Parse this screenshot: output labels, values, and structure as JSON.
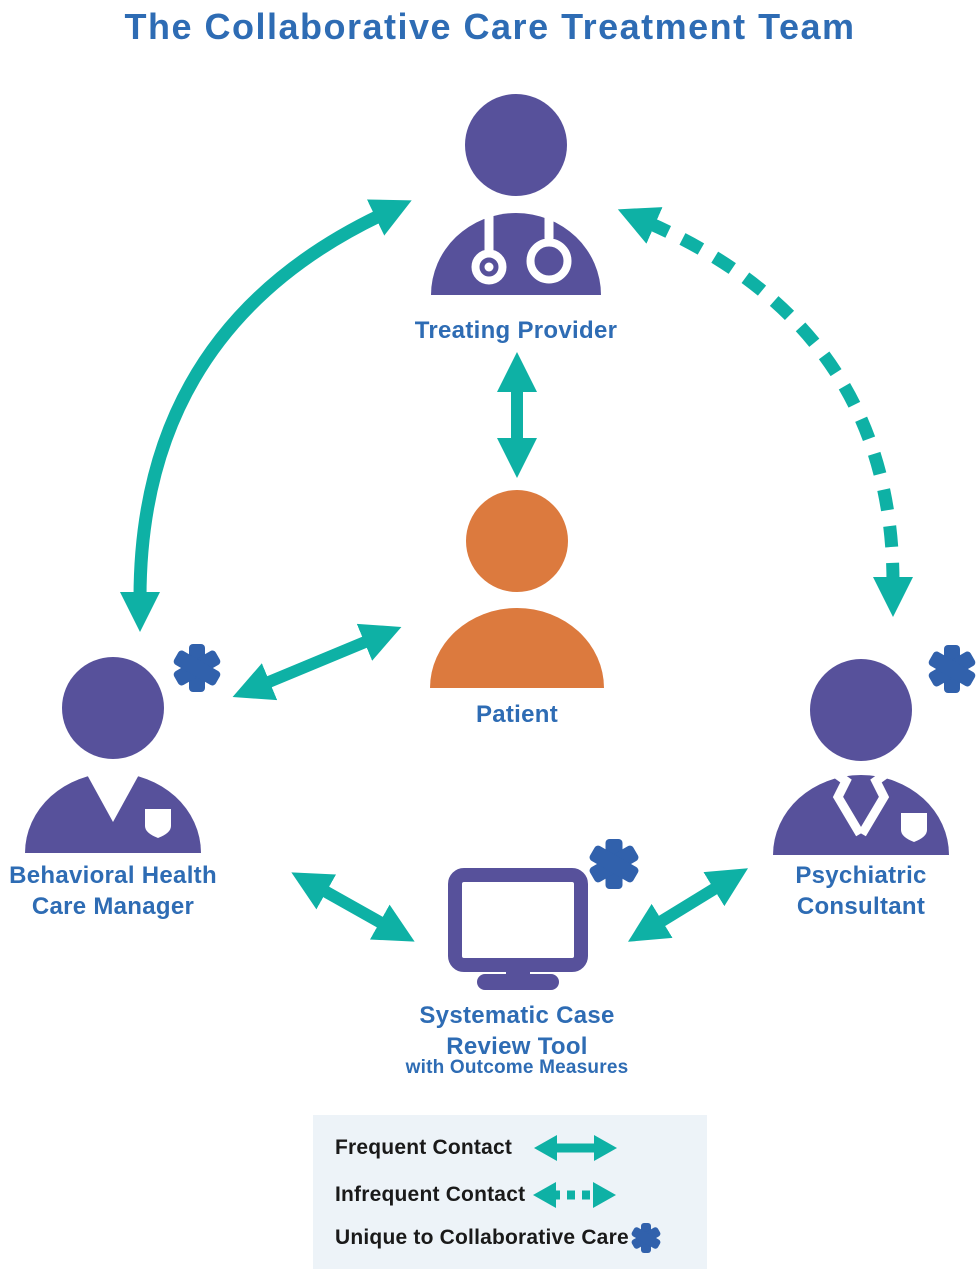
{
  "title": "The Collaborative Care Treatment Team",
  "colors": {
    "purple": "#57519B",
    "orange": "#DC7A3E",
    "teal": "#0EB1A5",
    "label_blue": "#2E6CB4",
    "asterisk_blue": "#3161AC",
    "legend_bg": "#EDF3F8",
    "legend_text": "#1A1A1A",
    "background": "#FFFFFF"
  },
  "nodes": {
    "treating_provider": {
      "label": "Treating Provider",
      "icon": "doctor-with-stethoscope"
    },
    "patient": {
      "label": "Patient",
      "icon": "person"
    },
    "behavioral_health_care_manager": {
      "label_line1": "Behavioral Health",
      "label_line2": "Care Manager",
      "icon": "person-in-scrubs",
      "marker": "star-of-life-asterisk"
    },
    "psychiatric_consultant": {
      "label_line1": "Psychiatric",
      "label_line2": "Consultant",
      "icon": "person-in-coat",
      "marker": "star-of-life-asterisk"
    },
    "systematic_case_review_tool": {
      "label_line1": "Systematic Case",
      "label_line2": "Review Tool",
      "sublabel": "with Outcome Measures",
      "icon": "computer-monitor",
      "marker": "star-of-life-asterisk"
    }
  },
  "connections": [
    {
      "from": "behavioral_health_care_manager",
      "to": "treating_provider",
      "type": "frequent",
      "style": "solid-curved-double-arrow"
    },
    {
      "from": "treating_provider",
      "to": "psychiatric_consultant",
      "type": "infrequent",
      "style": "dashed-curved-double-arrow"
    },
    {
      "from": "treating_provider",
      "to": "patient",
      "type": "frequent",
      "style": "solid-double-arrow"
    },
    {
      "from": "patient",
      "to": "behavioral_health_care_manager",
      "type": "frequent",
      "style": "solid-double-arrow"
    },
    {
      "from": "behavioral_health_care_manager",
      "to": "systematic_case_review_tool",
      "type": "frequent",
      "style": "solid-double-arrow"
    },
    {
      "from": "systematic_case_review_tool",
      "to": "psychiatric_consultant",
      "type": "frequent",
      "style": "solid-double-arrow"
    }
  ],
  "legend": {
    "items": [
      {
        "label": "Frequent Contact",
        "symbol": "solid-double-arrow"
      },
      {
        "label": "Infrequent Contact",
        "symbol": "dashed-double-arrow"
      },
      {
        "label": "Unique to Collaborative Care",
        "symbol": "star-of-life-asterisk"
      }
    ]
  }
}
